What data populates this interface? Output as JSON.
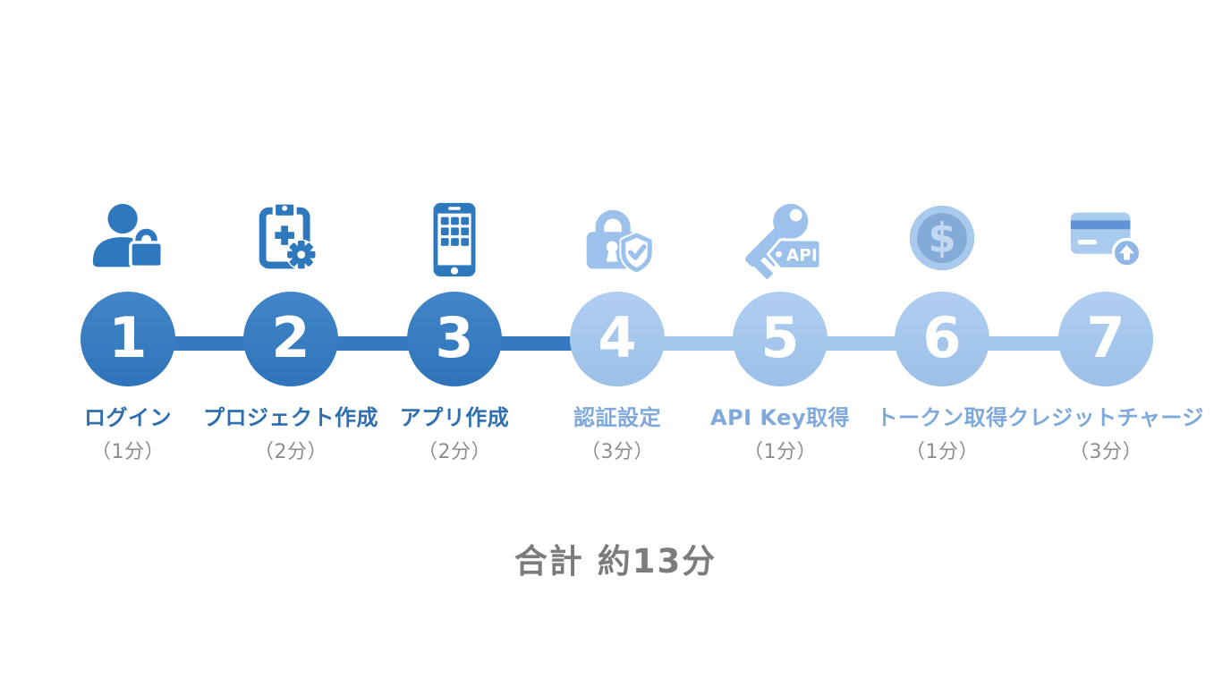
{
  "diagram": {
    "type": "process-timeline",
    "orientation": "horizontal",
    "phases": {
      "dark_steps": [
        1,
        2,
        3
      ],
      "light_steps": [
        4,
        5,
        6,
        7
      ]
    }
  },
  "steps": [
    {
      "number": "1",
      "icon": "user-lock-icon",
      "label": "ログイン",
      "duration": "（1分）",
      "phase": "dark"
    },
    {
      "number": "2",
      "icon": "clipboard-plus-gear-icon",
      "label": "プロジェクト作成",
      "duration": "（2分）",
      "phase": "dark"
    },
    {
      "number": "3",
      "icon": "smartphone-apps-icon",
      "label": "アプリ作成",
      "duration": "（2分）",
      "phase": "dark"
    },
    {
      "number": "4",
      "icon": "lock-shield-check-icon",
      "label": "認証設定",
      "duration": "（3分）",
      "phase": "light"
    },
    {
      "number": "5",
      "icon": "key-api-tag-icon",
      "label": "API Key取得",
      "duration": "（1分）",
      "phase": "light"
    },
    {
      "number": "6",
      "icon": "dollar-coin-icon",
      "label": "トークン取得",
      "duration": "（1分）",
      "phase": "light"
    },
    {
      "number": "7",
      "icon": "credit-card-upload-icon",
      "label": "クレジットチャージ",
      "duration": "（3分）",
      "phase": "light"
    }
  ],
  "total": {
    "text": "合計 約13分"
  },
  "colors": {
    "dark_blue": "#3579BE",
    "light_blue": "#A3C6EA",
    "dark_label_text": "#2D6FB0",
    "light_label_text": "#7FA9DC",
    "duration_gray": "#8E8E8E",
    "total_gray": "#7C7C7C",
    "number_text": "#FFFFFF",
    "background": "#FFFFFF"
  }
}
